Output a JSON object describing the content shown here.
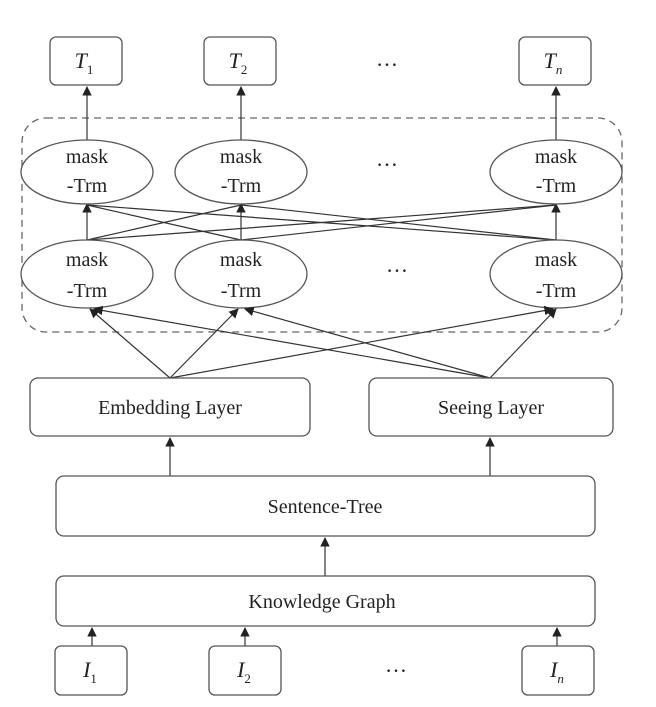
{
  "outputs": {
    "nodes": [
      {
        "letter": "T",
        "sub": "1"
      },
      {
        "letter": "T",
        "sub": "2"
      },
      {
        "letter": "T",
        "sub": "n"
      }
    ],
    "ellipsis": "…"
  },
  "transformer": {
    "top_row": [
      {
        "line1": "mask",
        "line2": "-Trm"
      },
      {
        "line1": "mask",
        "line2": "-Trm"
      },
      {
        "line1": "mask",
        "line2": "-Trm"
      }
    ],
    "bottom_row": [
      {
        "line1": "mask",
        "line2": "-Trm"
      },
      {
        "line1": "mask",
        "line2": "-Trm"
      },
      {
        "line1": "mask",
        "line2": "-Trm"
      }
    ],
    "ellipsis": "…"
  },
  "layers": {
    "embedding": "Embedding Layer",
    "seeing": "Seeing Layer",
    "sentence_tree": "Sentence-Tree",
    "knowledge_graph": "Knowledge Graph"
  },
  "inputs": {
    "nodes": [
      {
        "letter": "I",
        "sub": "1"
      },
      {
        "letter": "I",
        "sub": "2"
      },
      {
        "letter": "I",
        "sub": "n"
      }
    ],
    "ellipsis": "…"
  },
  "colors": {
    "stroke": "#555555",
    "arrow": "#222222",
    "text": "#222222"
  }
}
